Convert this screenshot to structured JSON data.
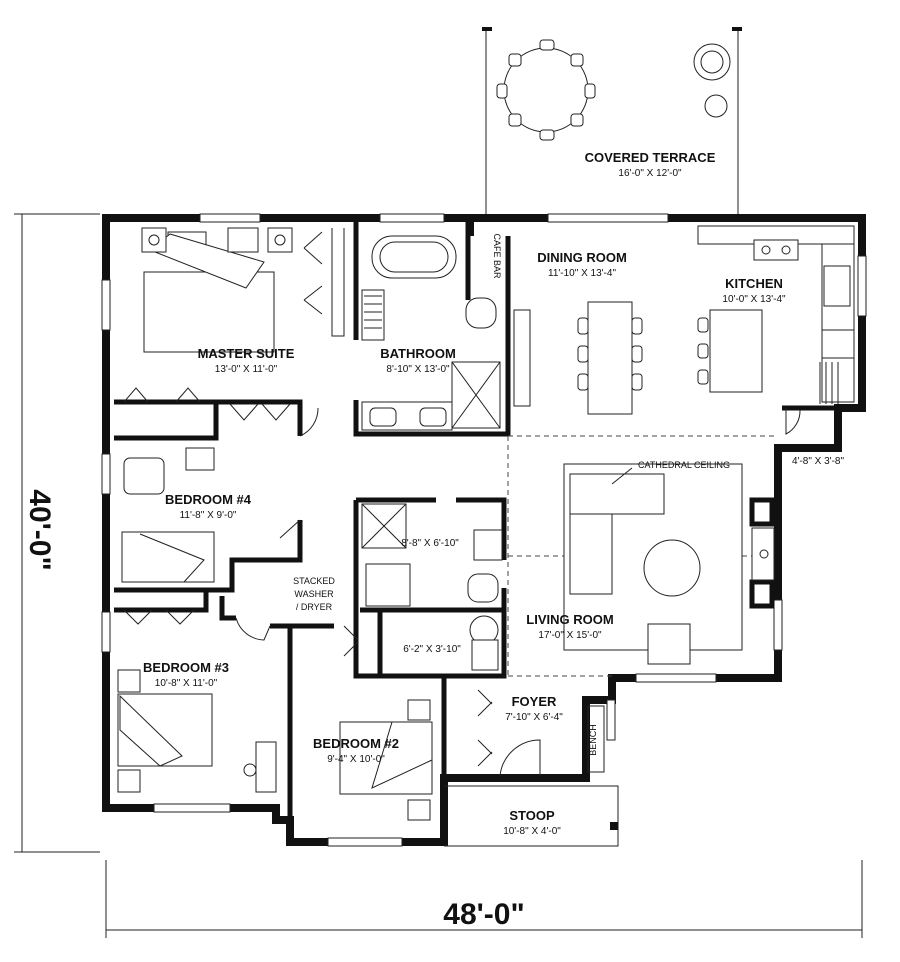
{
  "plan": {
    "overall_width": "48'-0\"",
    "overall_depth": "40'-0\""
  },
  "rooms": {
    "covered_terrace": {
      "name": "COVERED TERRACE",
      "dim": "16'-0\" X 12'-0\""
    },
    "dining_room": {
      "name": "DINING ROOM",
      "dim": "11'-10\" X 13'-4\""
    },
    "kitchen": {
      "name": "KITCHEN",
      "dim": "10'-0\" X 13'-4\""
    },
    "master_suite": {
      "name": "MASTER SUITE",
      "dim": "13'-0\" X 11'-0\""
    },
    "bathroom": {
      "name": "BATHROOM",
      "dim": "8'-10\" X 13'-0\""
    },
    "bedroom4": {
      "name": "BEDROOM #4",
      "dim": "11'-8\" X 9'-0\""
    },
    "bath2": {
      "dim": "8'-8\" X 6'-10\""
    },
    "laundry": {
      "dim": "6'-2\" X 3'-10\""
    },
    "living_room": {
      "name": "LIVING ROOM",
      "dim": "17'-0\" X 15'-0\""
    },
    "bedroom3": {
      "name": "BEDROOM #3",
      "dim": "10'-8\" X 11'-0\""
    },
    "bedroom2": {
      "name": "BEDROOM #2",
      "dim": "9'-4\" X 10'-0\""
    },
    "foyer": {
      "name": "FOYER",
      "dim": "7'-10\" X 6'-4\""
    },
    "stoop": {
      "name": "STOOP",
      "dim": "10'-8\" X 4'-0\""
    },
    "pantry": {
      "dim": "4'-8\" X 3'-8\""
    }
  },
  "labels": {
    "coffee_bar": "CAFE BAR",
    "cathedral_ceiling": "CATHEDRAL CEILING",
    "washer_line1": "STACKED",
    "washer_line2": "WASHER",
    "washer_line3": "/ DRYER",
    "bench": "BENCH"
  }
}
